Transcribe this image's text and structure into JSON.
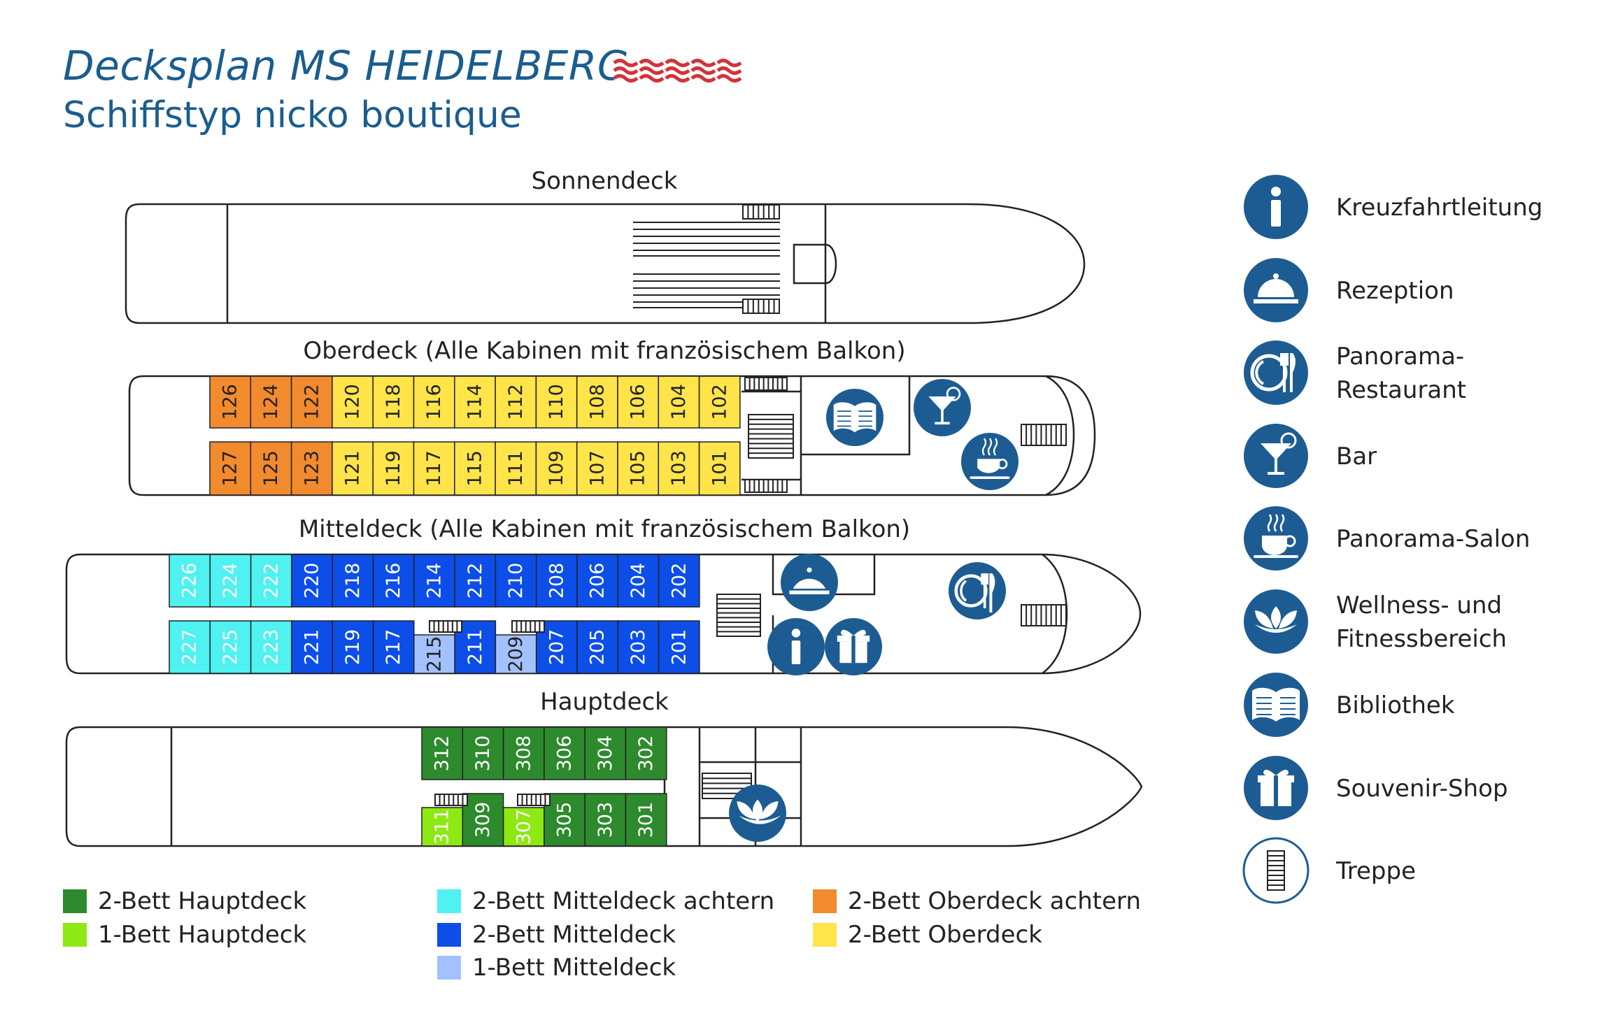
{
  "header": {
    "title": "Decksplan MS HEIDELBERG",
    "subtitle": "Schiffstyp nicko boutique",
    "rating_icon": "wave-rating-icon",
    "rating_count": 5
  },
  "colors": {
    "text_blue": "#1a5d8f",
    "icon_blue": "#1d5c92",
    "hauptdeck_2bett": "#2d8a2d",
    "hauptdeck_1bett": "#8ee814",
    "mitteldeck_achtern": "#4ff1f1",
    "mitteldeck_2bett": "#0d4ee8",
    "mitteldeck_1bett": "#a3c1ff",
    "oberdeck_achtern": "#f28a2e",
    "oberdeck_2bett": "#ffe44a",
    "wave_red": "#d3333a"
  },
  "decks": {
    "sonnendeck": {
      "label": "Sonnendeck"
    },
    "oberdeck": {
      "label": "Oberdeck (Alle Kabinen mit französischem Balkon)",
      "top_row": [
        "126",
        "124",
        "122",
        "120",
        "118",
        "116",
        "114",
        "112",
        "110",
        "108",
        "106",
        "104",
        "102"
      ],
      "bottom_row": [
        "127",
        "125",
        "123",
        "121",
        "119",
        "117",
        "115",
        "111",
        "109",
        "107",
        "105",
        "103",
        "101"
      ]
    },
    "mitteldeck": {
      "label": "Mitteldeck (Alle Kabinen mit französischem Balkon)",
      "top_row": [
        "226",
        "224",
        "222",
        "220",
        "218",
        "216",
        "214",
        "212",
        "210",
        "208",
        "206",
        "204",
        "202"
      ],
      "bottom_row": [
        "227",
        "225",
        "223",
        "221",
        "219",
        "217",
        "215",
        "211",
        "209",
        "207",
        "205",
        "203",
        "201"
      ]
    },
    "hauptdeck": {
      "label": "Hauptdeck",
      "top_row": [
        "312",
        "310",
        "308",
        "306",
        "304",
        "302"
      ],
      "bottom_row": [
        "311",
        "309",
        "307",
        "305",
        "303",
        "301"
      ]
    }
  },
  "legend": {
    "hauptdeck_2bett": "2-Bett Hauptdeck",
    "hauptdeck_1bett": "1-Bett Hauptdeck",
    "mitteldeck_achtern": "2-Bett Mitteldeck achtern",
    "mitteldeck_2bett": "2-Bett Mitteldeck",
    "mitteldeck_1bett": "1-Bett Mitteldeck",
    "oberdeck_achtern": "2-Bett Oberdeck achtern",
    "oberdeck_2bett": "2-Bett Oberdeck"
  },
  "icon_legend": [
    {
      "icon": "info-icon",
      "label": "Kreuzfahrtleitung"
    },
    {
      "icon": "reception-bell-icon",
      "label": "Rezeption"
    },
    {
      "icon": "restaurant-icon",
      "label": "Panorama-",
      "label2": "Restaurant"
    },
    {
      "icon": "cocktail-icon",
      "label": "Bar"
    },
    {
      "icon": "coffee-cup-icon",
      "label": "Panorama-Salon"
    },
    {
      "icon": "lotus-icon",
      "label": "Wellness- und",
      "label2": "Fitnessbereich"
    },
    {
      "icon": "book-icon",
      "label": "Bibliothek"
    },
    {
      "icon": "gift-icon",
      "label": "Souvenir-Shop"
    },
    {
      "icon": "stairs-icon",
      "label": "Treppe"
    }
  ]
}
